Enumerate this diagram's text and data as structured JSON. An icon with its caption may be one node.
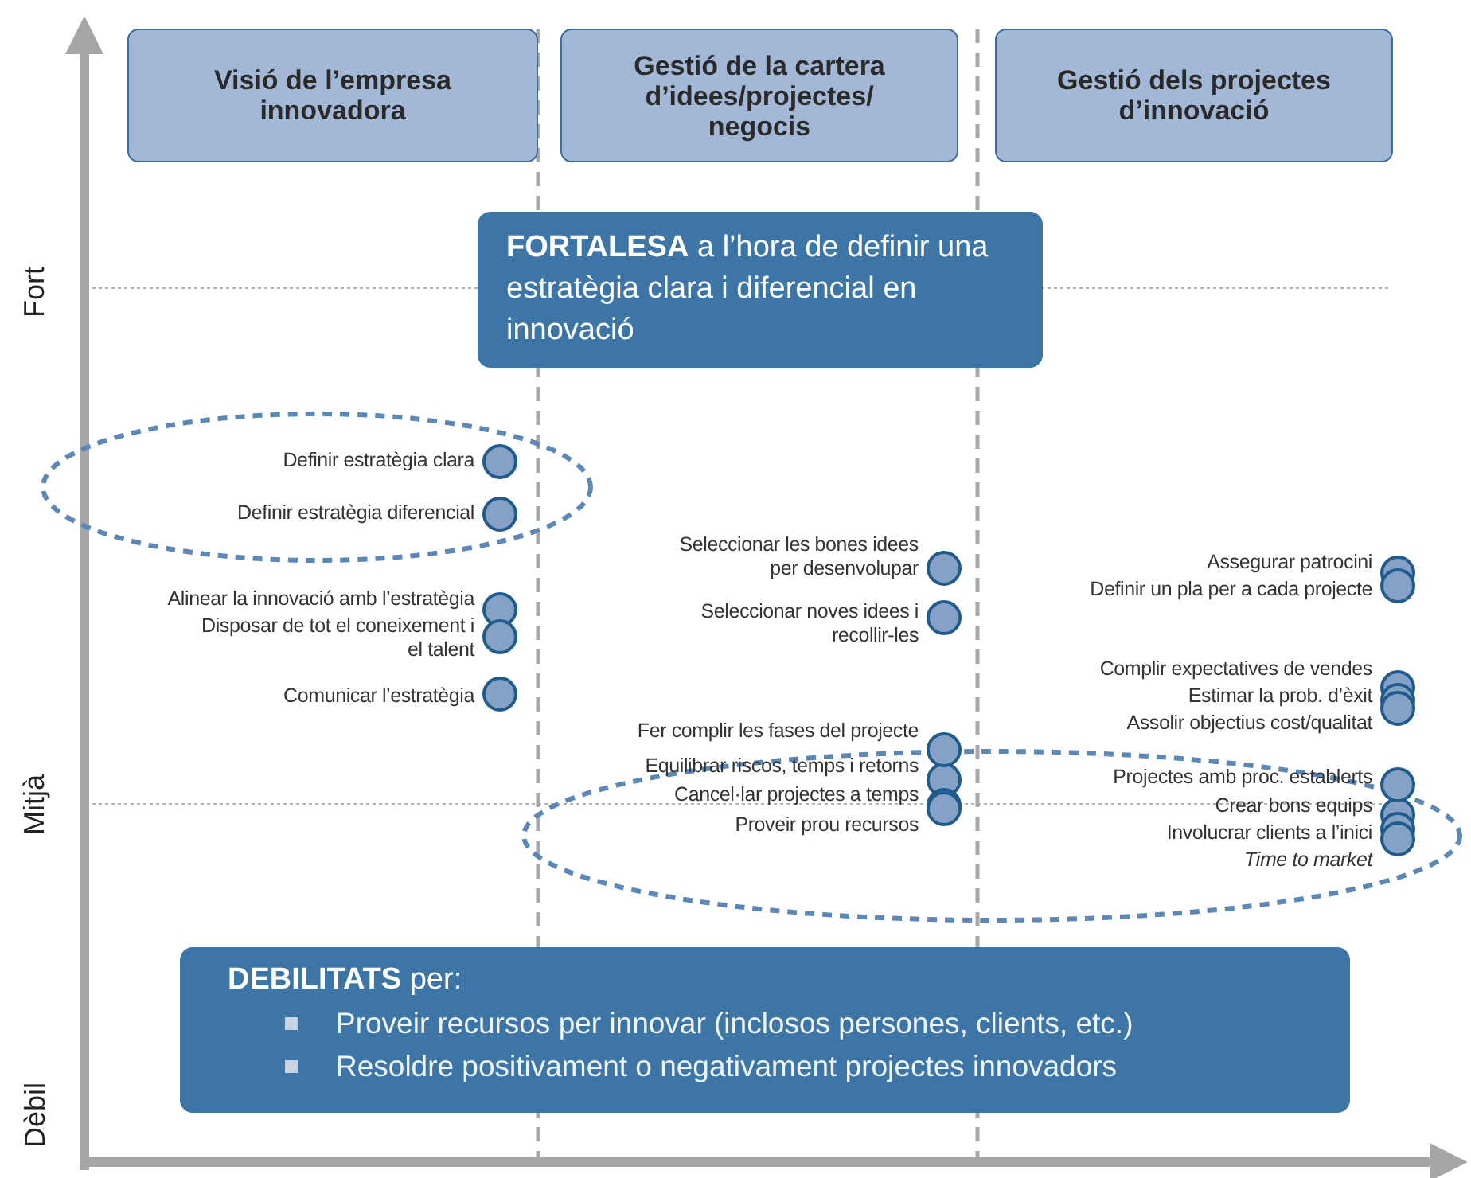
{
  "diagram": {
    "nodes": [
      {
        "text": [
          "Visió de l’empresa innovadora"
        ]
      },
      {
        "text": [
          "Gestió de la cartera d’idees/projectes/ negocis"
        ]
      },
      {
        "text": [
          "Gestió dels projectes d’innovació"
        ]
      },
      {
        "text": [
          "**FORTALESA** a l’hora de definir una estratègia clara i diferencial en innovació"
        ]
      },
      {
        "text": [],
        "shape": "ellipse"
      },
      {
        "text": [],
        "shape": "ellipse"
      },
      {
        "text": [],
        "shape": "circle",
        "beside": [
          "Definir estratègia clara"
        ],
        "in": 4
      },
      {
        "text": [],
        "shape": "circle",
        "beside": [
          "Definir estratègia diferencial"
        ],
        "in": 4
      },
      {
        "text": [],
        "shape": "circle",
        "beside": [
          "Alinear la innovació amb l’estratègia"
        ]
      },
      {
        "text": [],
        "shape": "circle",
        "beside": [
          "Disposar de tot el coneixement i el talent"
        ]
      },
      {
        "text": [],
        "shape": "circle",
        "beside": [
          "Comunicar l’estratègia"
        ]
      },
      {
        "text": [],
        "shape": "circle",
        "beside": [
          "Seleccionar les bones idees per desenvolupar"
        ]
      },
      {
        "text": [],
        "shape": "circle",
        "beside": [
          "Seleccionar noves idees i recollir-les"
        ]
      },
      {
        "text": [],
        "shape": "circle",
        "beside": [
          "Fer complir les fases  del projecte"
        ]
      },
      {
        "text": [],
        "shape": "circle",
        "beside": [
          "Equilibrar riscos, temps i retorns"
        ],
        "in": 5
      },
      {
        "text": [],
        "shape": "circle",
        "beside": [
          "Cancel·lar projectes a temps"
        ],
        "in": 5
      },
      {
        "text": [],
        "shape": "circle",
        "beside": [
          "Proveir  prou recursos"
        ],
        "in": 5
      },
      {
        "text": [],
        "shape": "circle",
        "beside": [
          "Assegurar patrocini"
        ]
      },
      {
        "text": [],
        "shape": "circle",
        "beside": [
          "Definir un pla per a cada projecte"
        ]
      },
      {
        "text": [],
        "shape": "circle",
        "beside": [
          "Complir expectatives de  vendes"
        ]
      },
      {
        "text": [],
        "shape": "circle",
        "beside": [
          "Estimar la prob. d’èxit"
        ]
      },
      {
        "text": [],
        "shape": "circle",
        "beside": [
          "Assolir objectius cost/qualitat"
        ]
      },
      {
        "text": [],
        "shape": "circle",
        "beside": [
          "Projectes amb proc. establerts"
        ]
      },
      {
        "text": [],
        "shape": "circle",
        "beside": [
          "Crear bons equips"
        ],
        "in": 5
      },
      {
        "text": [],
        "shape": "circle",
        "beside": [
          "Involucrar clients a l’inici"
        ],
        "in": 5
      },
      {
        "text": [],
        "shape": "circle",
        "beside": [
          "Time to market"
        ],
        "in": 5
      },
      {
        "text": [
          "**DEBILITATS** per:",
          "Proveir recursos per innovar (inclosos persones, clients, etc.)",
          "Resoldre positivament o negativament projectes innovadors"
        ]
      }
    ],
    "labels": [
      "Fort",
      "Mitjà",
      "Dèbil"
    ]
  }
}
